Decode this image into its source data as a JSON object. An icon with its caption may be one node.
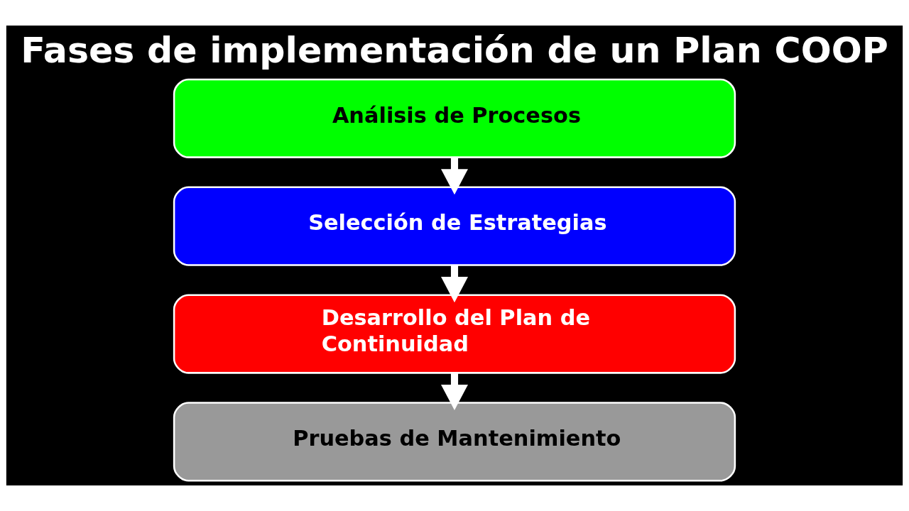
{
  "diagram": {
    "title": "Fases de implementación de un Plan COOP",
    "nodes": [
      {
        "text": [
          "Análisis de Procesos"
        ]
      },
      {
        "text": [
          "Selección de Estrategias"
        ]
      },
      {
        "text": [
          "Desarrollo del Plan de Continuidad"
        ]
      },
      {
        "text": [
          "Pruebas de Mantenimiento"
        ]
      }
    ],
    "edges": [
      {
        "from": 0,
        "to": 1,
        "arrow": "to"
      },
      {
        "from": 1,
        "to": 2,
        "arrow": "to"
      },
      {
        "from": 2,
        "to": 3,
        "arrow": "to"
      }
    ]
  }
}
